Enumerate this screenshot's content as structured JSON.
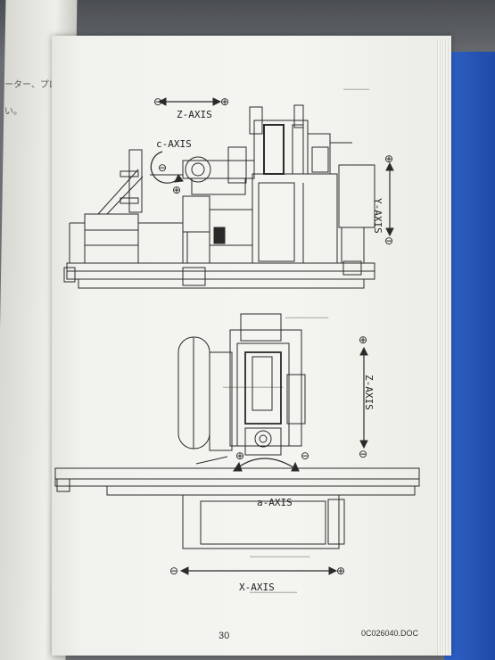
{
  "left_page": {
    "line1": "ーター、プログラ",
    "line2": "い。"
  },
  "diagram_top": {
    "z_axis_label": "Z-AXIS",
    "c_axis_label": "c-AXIS",
    "y_axis_label": "Y-AXIS",
    "plus_sign": "⊕",
    "minus_sign": "⊖"
  },
  "diagram_bottom": {
    "z_axis_label": "Z-AXIS",
    "a_axis_label": "a-AXIS",
    "x_axis_label": "X-AXIS"
  },
  "footer": {
    "page_number": "30",
    "doc_code": "0C026040.DOC"
  }
}
